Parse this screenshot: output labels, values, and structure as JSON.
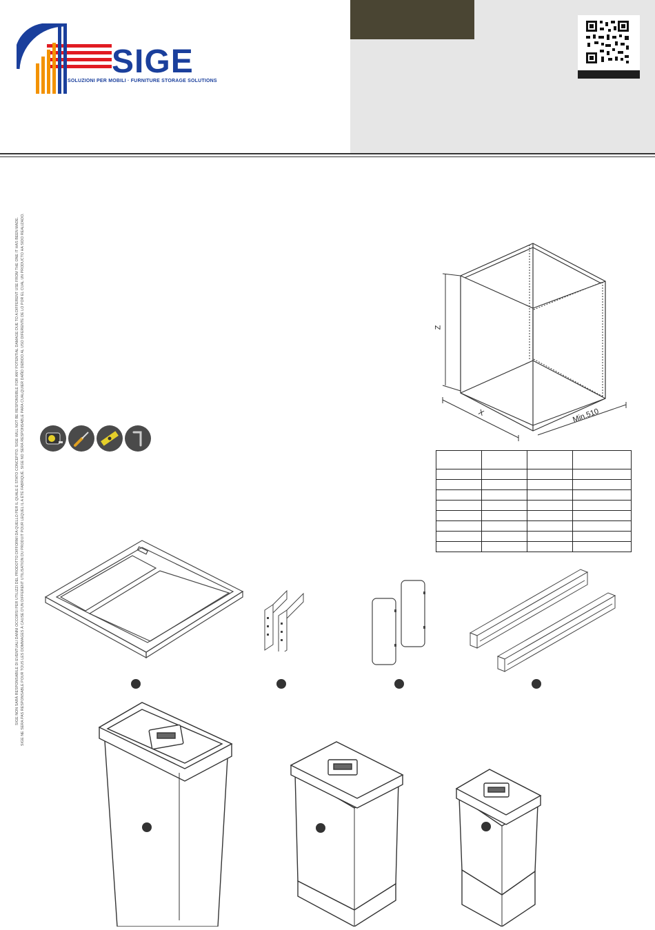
{
  "brand": {
    "name": "SIGE",
    "tagline": "SOLUZIONI PER MOBILI · FURNITURE STORAGE SOLUTIONS",
    "colors": {
      "blue": "#1a3f9c",
      "red": "#e11b22",
      "orange": "#f39200",
      "olive": "#4a4533"
    }
  },
  "disclaimer": {
    "line1": "SIGE NON SARÀ RESPONSABILE DI EVENTUALI DANNI OCCORSI PER UTILIZZI DEL PRODOTTO DIFFORMI DA QUELLO PER IL QUALE È STATO CONCEPITO. SIGE WILL NOT BE RESPONSIBLE FOR ANY POTENTIAL DAMAGE DUE TO A DIFFERENT USE FROM THE ONE IT HAS BEEN MADE.",
    "line2": "SIGE NE SERA PAS RESPONSABLE POUR TOUS LES DOMMAGES À CAUSE D'UN DIFFERENT UTILISATION DU PRODUIT POUR LEQUEL IL A ÉTÉ FABRIQUÉ. SIGE NO SERÁ RESPONSABLE PARA CUALQUIER DAÑO DEBIDO AL USO DIFERENTE DE LO POR EL CUAL UN PRODUCTO HA SIDO REALIZADO."
  },
  "cabinet": {
    "z_label": "Z",
    "x_label": "X",
    "depth_label": "Min.510"
  },
  "tools": [
    "tape-measure-icon",
    "screwdriver-icon",
    "spirit-level-icon",
    "allen-key-icon"
  ],
  "spec_table": {
    "rows": 9,
    "cols": 4
  }
}
